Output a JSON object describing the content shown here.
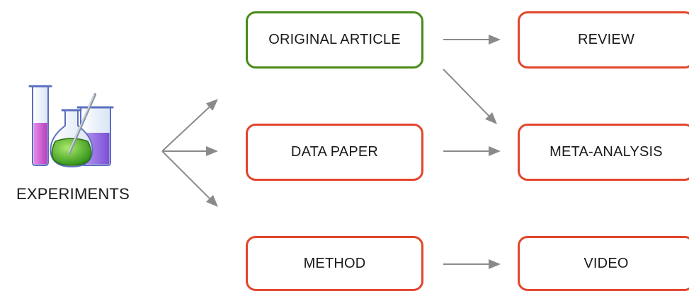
{
  "source": {
    "label": "EXPERIMENTS",
    "icon": "lab-glassware-icon"
  },
  "nodes": [
    {
      "id": "original-article",
      "label": "ORIGINAL ARTICLE",
      "color": "#4a8a16"
    },
    {
      "id": "data-paper",
      "label": "DATA PAPER",
      "color": "#e2452c"
    },
    {
      "id": "method",
      "label": "METHOD",
      "color": "#e2452c"
    },
    {
      "id": "review",
      "label": "REVIEW",
      "color": "#e2452c"
    },
    {
      "id": "meta-analysis",
      "label": "META-ANALYSIS",
      "color": "#e2452c"
    },
    {
      "id": "video",
      "label": "VIDEO",
      "color": "#e2452c"
    }
  ],
  "edges": [
    {
      "from": "experiments",
      "to": "original-article"
    },
    {
      "from": "experiments",
      "to": "data-paper"
    },
    {
      "from": "experiments",
      "to": "method"
    },
    {
      "from": "original-article",
      "to": "review"
    },
    {
      "from": "original-article",
      "to": "meta-analysis"
    },
    {
      "from": "data-paper",
      "to": "meta-analysis"
    },
    {
      "from": "method",
      "to": "video"
    }
  ],
  "colors": {
    "arrow": "#8a8a8a"
  }
}
